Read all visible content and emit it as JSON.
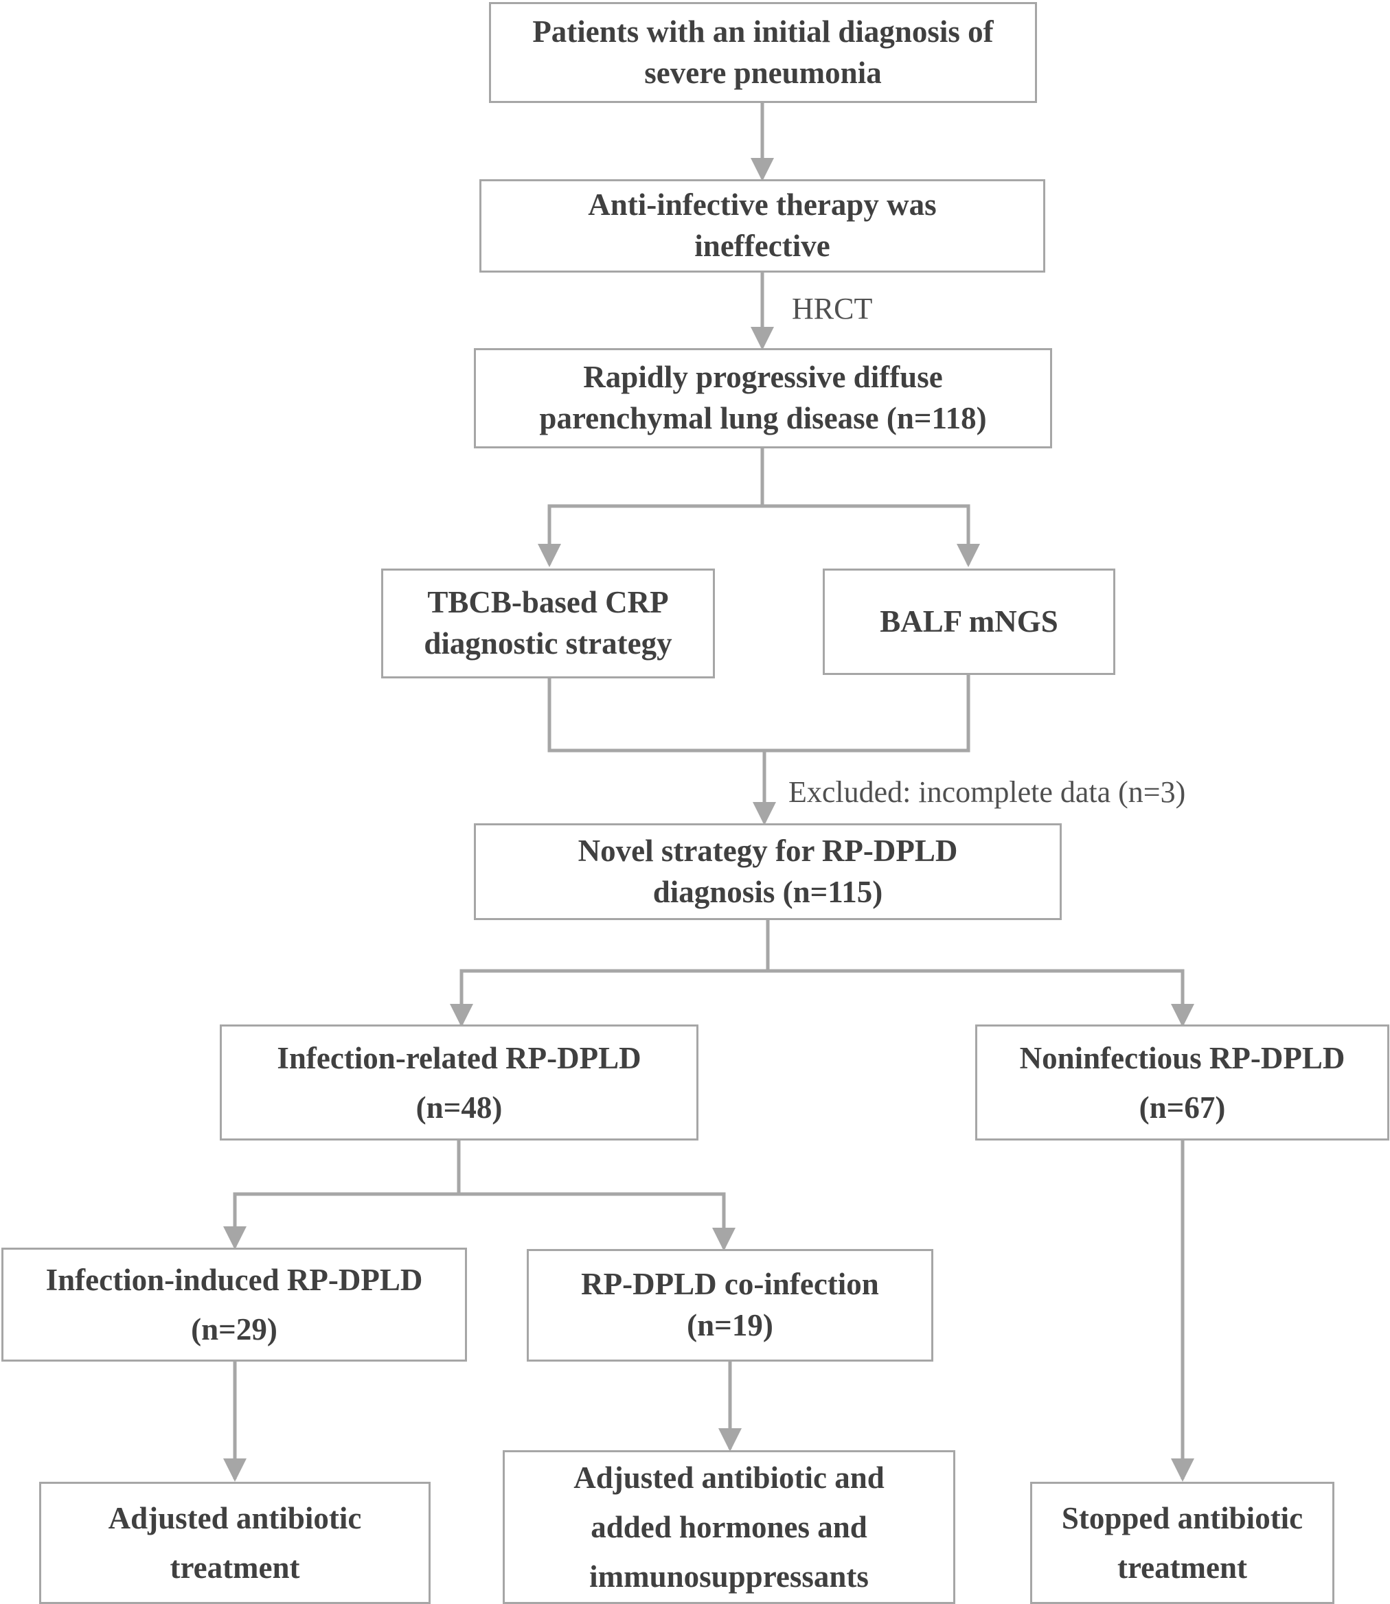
{
  "diagram": {
    "colors": {
      "line": "#a6a6a6",
      "text": "#404040",
      "label": "#505050"
    },
    "nodes": {
      "initial": {
        "lines": [
          "Patients with an initial diagnosis of",
          "severe pneumonia"
        ]
      },
      "anti_infective": {
        "lines": [
          "Anti-infective therapy was",
          "ineffective"
        ]
      },
      "rp_dpld": {
        "lines": [
          "Rapidly progressive diffuse",
          "parenchymal lung disease (n=118)"
        ]
      },
      "tbcb": {
        "lines": [
          "TBCB-based CRP",
          "diagnostic strategy"
        ]
      },
      "balf": {
        "lines": [
          "BALF mNGS"
        ]
      },
      "novel": {
        "lines": [
          "Novel strategy for RP-DPLD",
          "diagnosis (n=115)"
        ]
      },
      "infection_related": {
        "lines": [
          "Infection-related RP-DPLD",
          "(n=48)"
        ]
      },
      "noninfectious": {
        "lines": [
          "Noninfectious RP-DPLD",
          "(n=67)"
        ]
      },
      "infection_induced": {
        "lines": [
          "Infection-induced RP-DPLD",
          "(n=29)"
        ]
      },
      "coinfection": {
        "lines": [
          "RP-DPLD co-infection",
          "(n=19)"
        ]
      },
      "adjusted_antibiotic": {
        "lines": [
          "Adjusted antibiotic",
          "treatment"
        ]
      },
      "adjusted_hormones": {
        "lines": [
          "Adjusted antibiotic and",
          "added hormones and",
          "immunosuppressants"
        ]
      },
      "stopped": {
        "lines": [
          "Stopped antibiotic",
          "treatment"
        ]
      }
    },
    "edge_labels": {
      "hrct": "HRCT",
      "excluded": "Excluded: incomplete data (n=3)"
    }
  }
}
